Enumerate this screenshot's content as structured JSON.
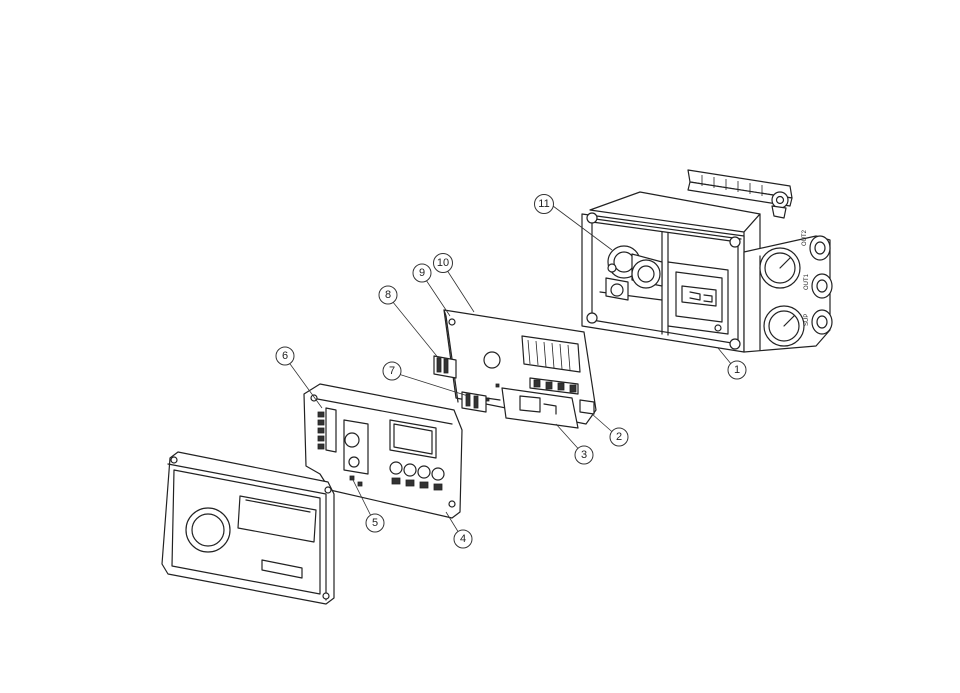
{
  "callouts": [
    {
      "id": "1",
      "label": "1"
    },
    {
      "id": "2",
      "label": "2"
    },
    {
      "id": "3",
      "label": "3"
    },
    {
      "id": "4",
      "label": "4"
    },
    {
      "id": "5",
      "label": "5"
    },
    {
      "id": "6",
      "label": "6"
    },
    {
      "id": "7",
      "label": "7"
    },
    {
      "id": "8",
      "label": "8"
    },
    {
      "id": "9",
      "label": "9"
    },
    {
      "id": "10",
      "label": "10"
    },
    {
      "id": "11",
      "label": "11"
    }
  ],
  "port_labels": {
    "top": "OUT2",
    "middle": "OUT1",
    "bottom": "SUP"
  },
  "colors": {
    "line": "#222222",
    "background": "#ffffff"
  }
}
